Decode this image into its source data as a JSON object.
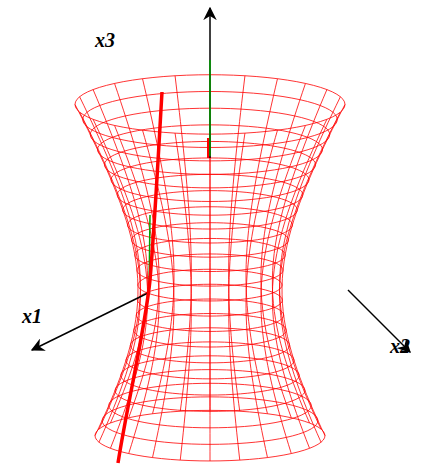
{
  "diagram": {
    "labels": [
      "x3",
      "x1",
      "x2"
    ]
  }
}
